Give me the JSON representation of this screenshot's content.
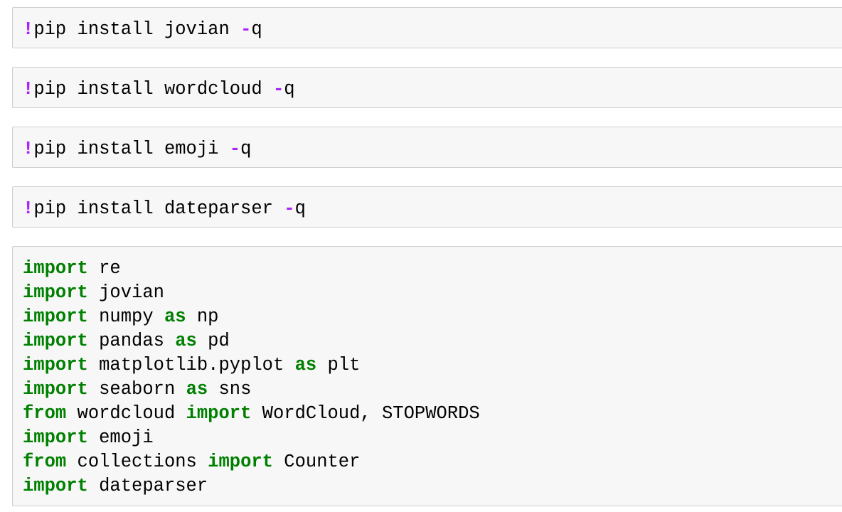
{
  "cells": [
    {
      "tokens": [
        "!",
        "pip install jovian ",
        "-",
        "q"
      ]
    },
    {
      "tokens": [
        "!",
        "pip install wordcloud ",
        "-",
        "q"
      ]
    },
    {
      "tokens": [
        "!",
        "pip install emoji ",
        "-",
        "q"
      ]
    },
    {
      "tokens": [
        "!",
        "pip install dateparser ",
        "-",
        "q"
      ]
    }
  ],
  "imports_cell": {
    "lines": [
      [
        "import",
        " re"
      ],
      [
        "import",
        " jovian"
      ],
      [
        "import",
        " numpy ",
        "as",
        " np"
      ],
      [
        "import",
        " pandas ",
        "as",
        " pd"
      ],
      [
        "import",
        " matplotlib.pyplot ",
        "as",
        " plt"
      ],
      [
        "import",
        " seaborn ",
        "as",
        " sns"
      ],
      [
        "from",
        " wordcloud ",
        "import",
        " WordCloud, STOPWORDS"
      ],
      [
        "import",
        " emoji"
      ],
      [
        "from",
        " collections ",
        "import",
        " Counter"
      ],
      [
        "import",
        " dateparser"
      ]
    ]
  },
  "colors": {
    "keyword": "#008000",
    "magic": "#aa22ff",
    "cell_background": "#f7f7f7",
    "cell_border": "#cfcfcf"
  }
}
